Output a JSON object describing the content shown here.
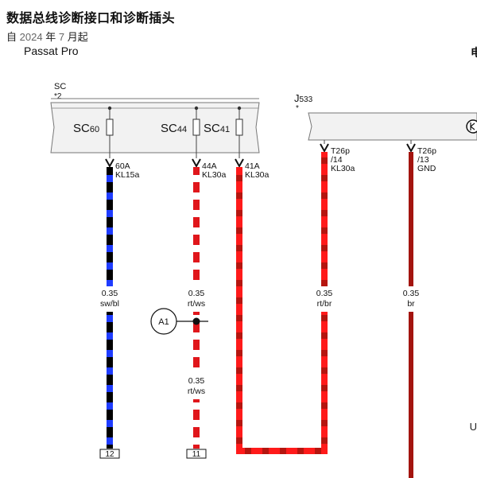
{
  "header": {
    "title": "数据总线诊断接口和诊断插头",
    "since_prefix": "自",
    "since_year": "2024",
    "since_mid": "年",
    "since_month": "7",
    "since_suffix": "月起",
    "model": "Passat Pro",
    "right_cut_text": "电"
  },
  "fuse_box": {
    "label": "SC",
    "note": "*2",
    "fuses": [
      {
        "name": "SC",
        "num": "60",
        "pin": "60A",
        "term": "KL15a"
      },
      {
        "name": "SC",
        "num": "44",
        "pin": "44A",
        "term": "KL30a"
      },
      {
        "name": "SC",
        "num": "41",
        "pin": "41A",
        "term": "KL30a"
      }
    ]
  },
  "control_unit": {
    "label": "J",
    "num": "533",
    "note": "*",
    "pins": [
      {
        "connector": "T26p",
        "pin": "/14",
        "term": "KL30a"
      },
      {
        "connector": "T26p",
        "pin": "/13",
        "term": "GND"
      }
    ]
  },
  "wires": [
    {
      "size": "0.35",
      "color_code": "sw/bl",
      "colors": [
        "#000000",
        "#1f3cff"
      ]
    },
    {
      "size": "0.35",
      "color_code": "rt/ws",
      "colors": [
        "#e0161b",
        "#ffffff"
      ]
    },
    {
      "size": "0.35",
      "color_code": "rt/ws",
      "colors": [
        "#e0161b",
        "#ffffff"
      ]
    },
    {
      "size": "0.35",
      "color_code": "rt/br",
      "colors": [
        "#e0161b",
        "#8b1a12"
      ]
    },
    {
      "size": "0.35",
      "color_code": "br",
      "colors": [
        "#a3140f"
      ]
    }
  ],
  "splice": {
    "label": "A1"
  },
  "terminals": [
    {
      "label": "12"
    },
    {
      "label": "11"
    }
  ],
  "edge_right_lower": "U",
  "colors": {
    "red": "#e0161b",
    "dark_red": "#a3140f",
    "blue": "#1f3cff",
    "black": "#000000",
    "box_fill": "#f2f2f2",
    "box_stroke": "#777777"
  }
}
